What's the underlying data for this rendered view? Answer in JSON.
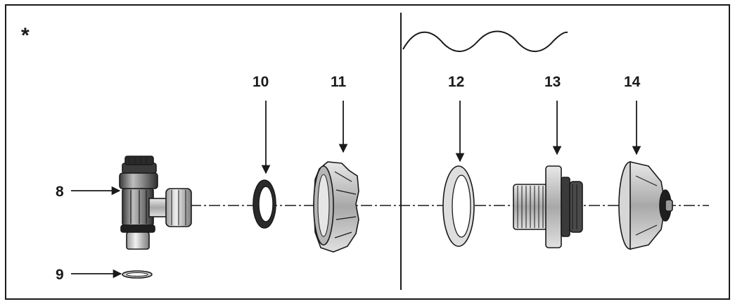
{
  "corner_mark": "*",
  "labels": {
    "p8": "8",
    "p9": "9",
    "p10": "10",
    "p11": "11",
    "p12": "12",
    "p13": "13",
    "p14": "14"
  },
  "colors": {
    "ink": "#1a1a1a",
    "dark_part": "#2b2b2b",
    "mid_part": "#7a7a7a",
    "light_part": "#d9d9d9",
    "background": "#ffffff"
  },
  "icons": [
    "asterisk-mark",
    "water-surface-wave",
    "down-arrow",
    "right-arrow"
  ]
}
